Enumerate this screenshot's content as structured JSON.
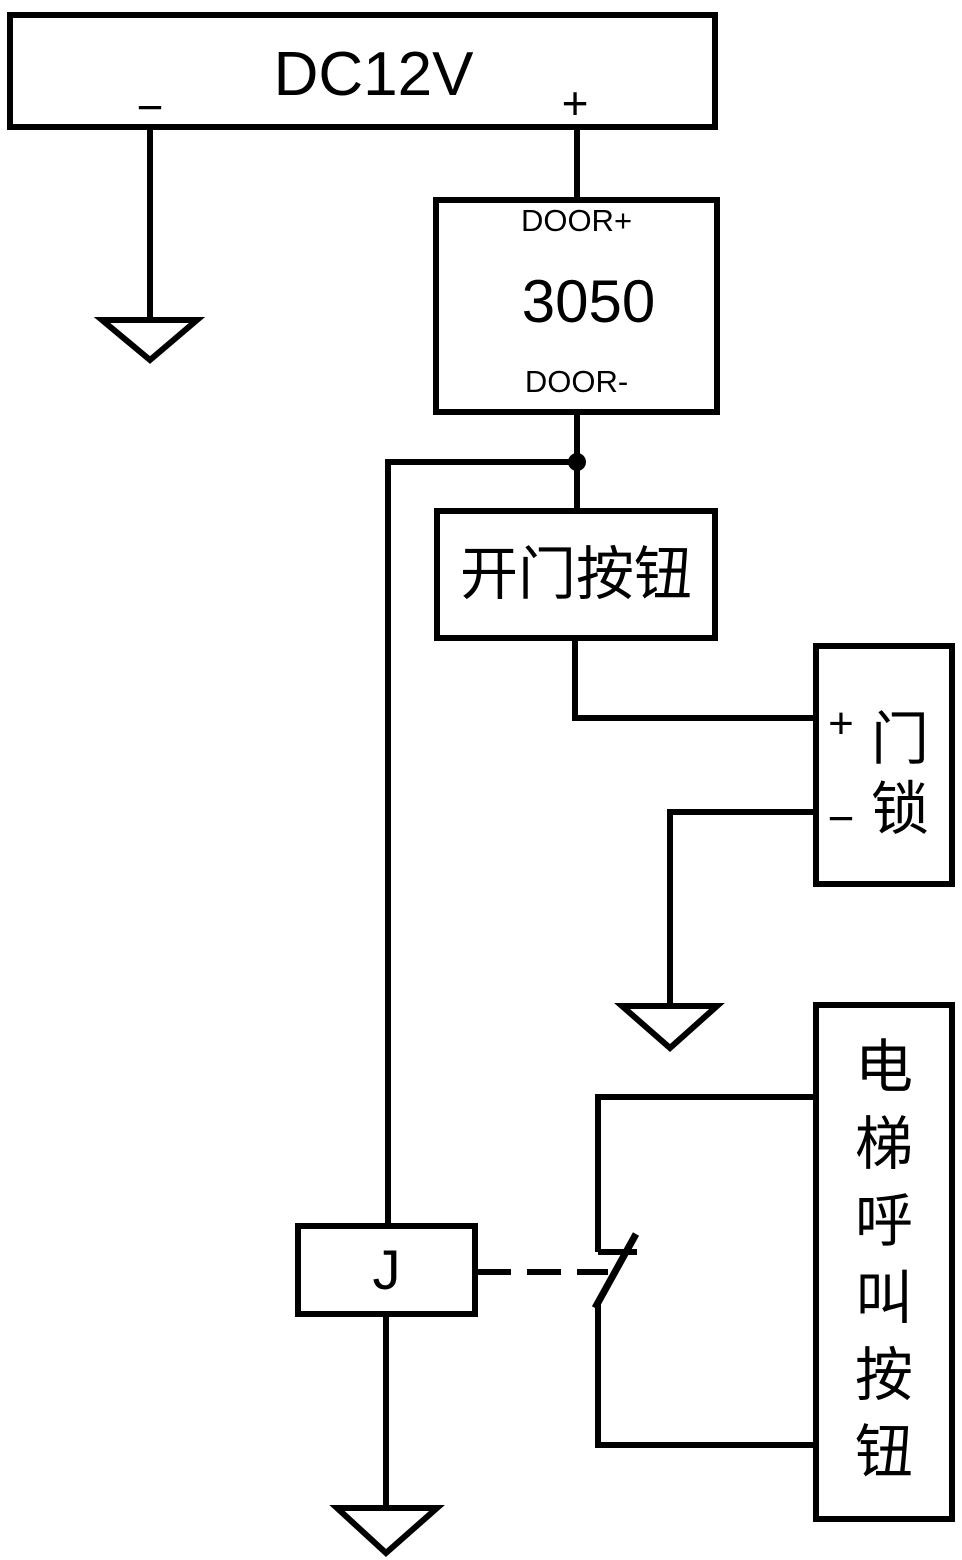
{
  "power": {
    "label": "DC12V",
    "minus": "−",
    "plus": "+"
  },
  "controller": {
    "top_port": "DOOR+",
    "model": "3050",
    "bottom_port": "DOOR-"
  },
  "open_button": {
    "label": "开门按钮"
  },
  "door_lock": {
    "plus": "+",
    "minus": "−",
    "label": "门锁"
  },
  "relay": {
    "label": "J"
  },
  "elevator_button": {
    "label": "电梯呼叫按钮"
  },
  "colors": {
    "line": "#000000",
    "background": "#ffffff"
  }
}
